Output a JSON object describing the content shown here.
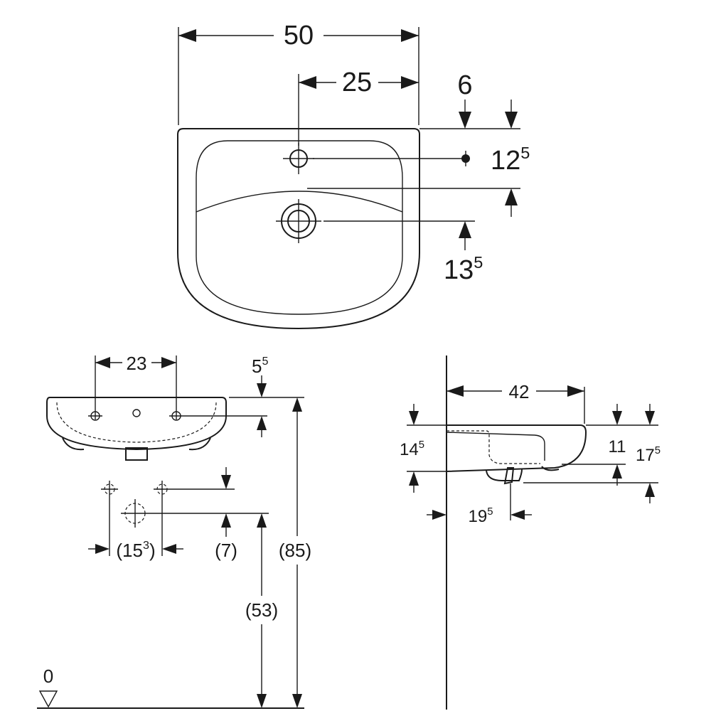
{
  "top_view": {
    "width": "50",
    "hole_offset": "25",
    "rim_depth": "6",
    "tap_hole_base": "12",
    "tap_hole_sup": "5",
    "drain_base": "13",
    "drain_sup": "5"
  },
  "front_view": {
    "fixing_spacing": "23",
    "fixing_height_base": "5",
    "fixing_height_sup": "5",
    "supply_spacing_pre": "(15",
    "supply_spacing_sup": "3",
    "supply_spacing_post": ")",
    "supply_offset": "(7)",
    "outlet_height": "(53)",
    "rim_height": "(85)",
    "floor_level": "0"
  },
  "side_view": {
    "projection": "42",
    "rim_thickness": "11",
    "left_height_base": "14",
    "left_height_sup": "5",
    "total_height_base": "17",
    "total_height_sup": "5",
    "outlet_projection_base": "19",
    "outlet_projection_sup": "5"
  }
}
